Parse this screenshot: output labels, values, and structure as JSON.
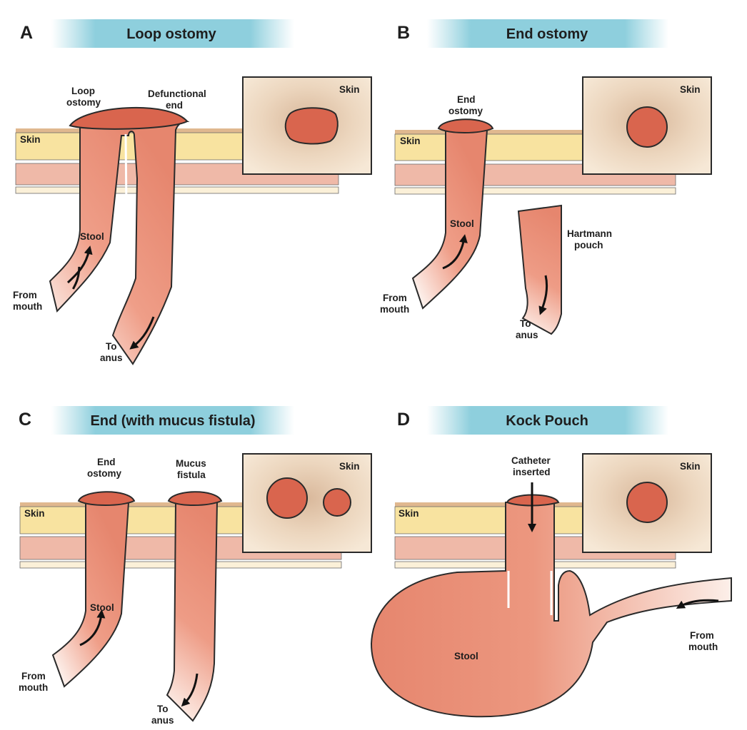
{
  "panels": {
    "a": {
      "letter": "A",
      "title": "Loop ostomy",
      "labels": {
        "skin_layer": "Skin",
        "skin_inset": "Skin",
        "loop_1": "Loop",
        "loop_2": "ostomy",
        "defunctional_1": "Defunctional",
        "defunctional_2": "end",
        "stool": "Stool",
        "from_1": "From",
        "from_2": "mouth",
        "to_1": "To",
        "to_2": "anus"
      }
    },
    "b": {
      "letter": "B",
      "title": "End ostomy",
      "labels": {
        "skin_layer": "Skin",
        "skin_inset": "Skin",
        "end_1": "End",
        "end_2": "ostomy",
        "stool": "Stool",
        "hartmann_1": "Hartmann",
        "hartmann_2": "pouch",
        "from_1": "From",
        "from_2": "mouth",
        "to_1": "To",
        "to_2": "anus"
      }
    },
    "c": {
      "letter": "C",
      "title": "End (with mucus fistula)",
      "labels": {
        "skin_layer": "Skin",
        "skin_inset": "Skin",
        "end_1": "End",
        "end_2": "ostomy",
        "mucus_1": "Mucus",
        "mucus_2": "fistula",
        "stool": "Stool",
        "from_1": "From",
        "from_2": "mouth",
        "to_1": "To",
        "to_2": "anus"
      }
    },
    "d": {
      "letter": "D",
      "title": "Kock Pouch",
      "labels": {
        "skin_layer": "Skin",
        "skin_inset": "Skin",
        "catheter_1": "Catheter",
        "catheter_2": "inserted",
        "stool": "Stool",
        "from_1": "From",
        "from_2": "mouth"
      }
    }
  },
  "colors": {
    "title_band": "#8ecfdd",
    "skin_layer": "#f8e3a0",
    "muscle_layer": "#efb9a8",
    "fascia_layer": "#fbf0d8",
    "bowel": "#e6866e",
    "stoma": "#d9654e",
    "inset_background": "#f1dcc4",
    "outline": "#2a2a2a"
  }
}
